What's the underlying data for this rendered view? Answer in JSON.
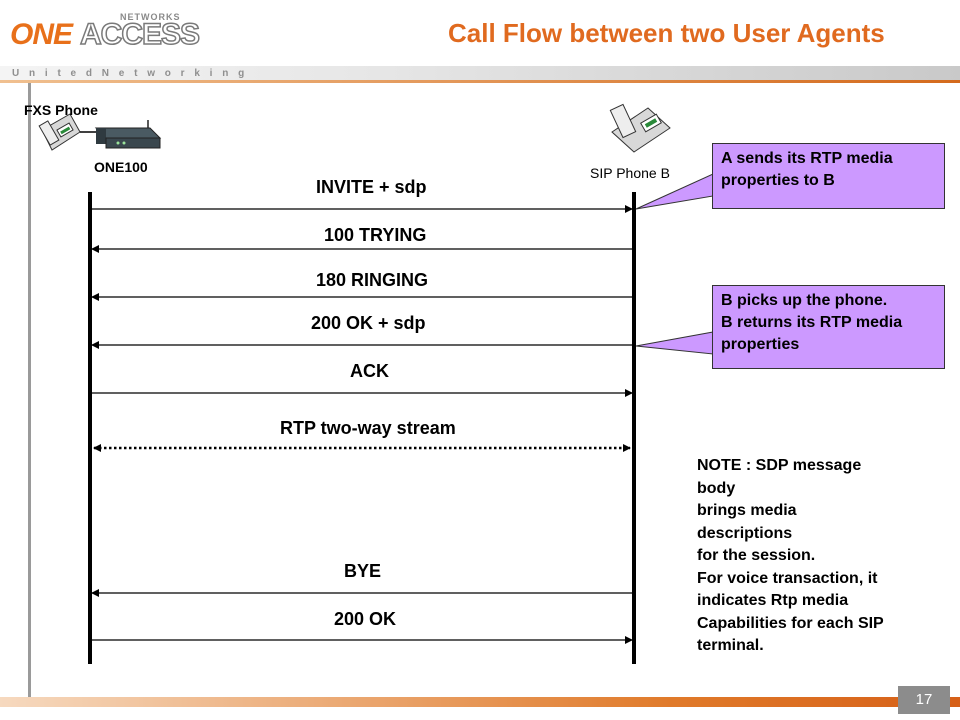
{
  "header": {
    "logo_one": "ONE",
    "logo_access": "ACCESS",
    "logo_networks": "NETWORKS",
    "tagline": "U n i t e d   N e t w o r k i n g",
    "title": "Call Flow between two User Agents"
  },
  "devices": {
    "fxs_phone": "FXS Phone",
    "one100": "ONE100",
    "sip_phone_b": "SIP Phone B"
  },
  "messages": [
    {
      "label": "INVITE + sdp",
      "direction": "right"
    },
    {
      "label": "100 TRYING",
      "direction": "left"
    },
    {
      "label": "180 RINGING",
      "direction": "left"
    },
    {
      "label": "200 OK + sdp",
      "direction": "left"
    },
    {
      "label": "ACK",
      "direction": "right"
    },
    {
      "label": "RTP two-way stream",
      "direction": "both"
    },
    {
      "label": "BYE",
      "direction": "left"
    },
    {
      "label": "200 OK",
      "direction": "right"
    }
  ],
  "callouts": {
    "a_sends": [
      "A sends its RTP media",
      "properties to B"
    ],
    "b_picks": [
      "B picks up the phone.",
      "B returns its RTP media",
      "properties"
    ]
  },
  "note": [
    "NOTE : SDP message",
    "body",
    "brings media",
    "descriptions",
    "for the session.",
    "For voice transaction, it",
    "indicates Rtp media",
    "Capabilities for each SIP",
    "terminal."
  ],
  "footer": {
    "page_number": "17"
  },
  "colors": {
    "accent": "#e06a1f",
    "callout_fill": "#cc99ff",
    "rule": "#9a9a9a"
  }
}
